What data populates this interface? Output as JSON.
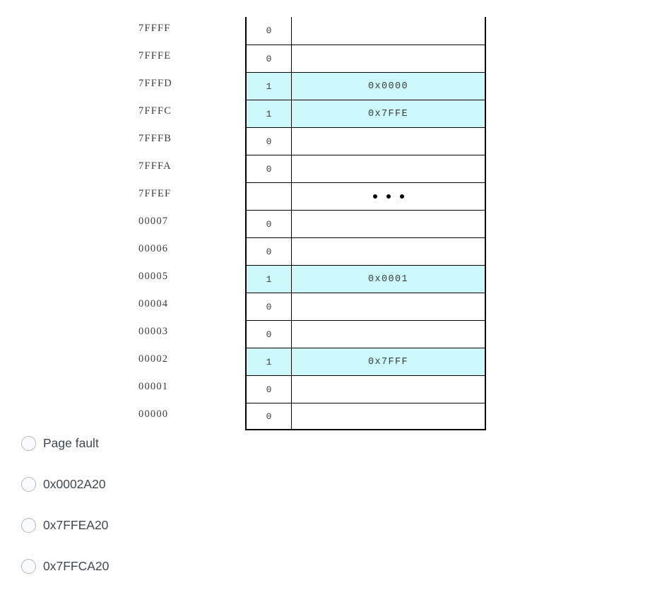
{
  "page_table": {
    "highlight_color": "#CCF8FB",
    "rows": [
      {
        "page": "7FFFF",
        "valid": "0",
        "frame": ""
      },
      {
        "page": "7FFFE",
        "valid": "0",
        "frame": ""
      },
      {
        "page": "7FFFD",
        "valid": "1",
        "frame": "0x0000"
      },
      {
        "page": "7FFFC",
        "valid": "1",
        "frame": "0x7FFE"
      },
      {
        "page": "7FFFB",
        "valid": "0",
        "frame": ""
      },
      {
        "page": "7FFFA",
        "valid": "0",
        "frame": ""
      },
      {
        "page": "7FFEF",
        "valid": "",
        "frame": "ellipsis"
      },
      {
        "page": "00007",
        "valid": "0",
        "frame": ""
      },
      {
        "page": "00006",
        "valid": "0",
        "frame": ""
      },
      {
        "page": "00005",
        "valid": "1",
        "frame": "0x0001"
      },
      {
        "page": "00004",
        "valid": "0",
        "frame": ""
      },
      {
        "page": "00003",
        "valid": "0",
        "frame": ""
      },
      {
        "page": "00002",
        "valid": "1",
        "frame": "0x7FFF"
      },
      {
        "page": "00001",
        "valid": "0",
        "frame": ""
      },
      {
        "page": "00000",
        "valid": "0",
        "frame": ""
      }
    ]
  },
  "choices": [
    {
      "label": "Page fault",
      "selected": false
    },
    {
      "label": "0x0002A20",
      "selected": false
    },
    {
      "label": "0x7FFEA20",
      "selected": false
    },
    {
      "label": "0x7FFCA20",
      "selected": false
    }
  ]
}
